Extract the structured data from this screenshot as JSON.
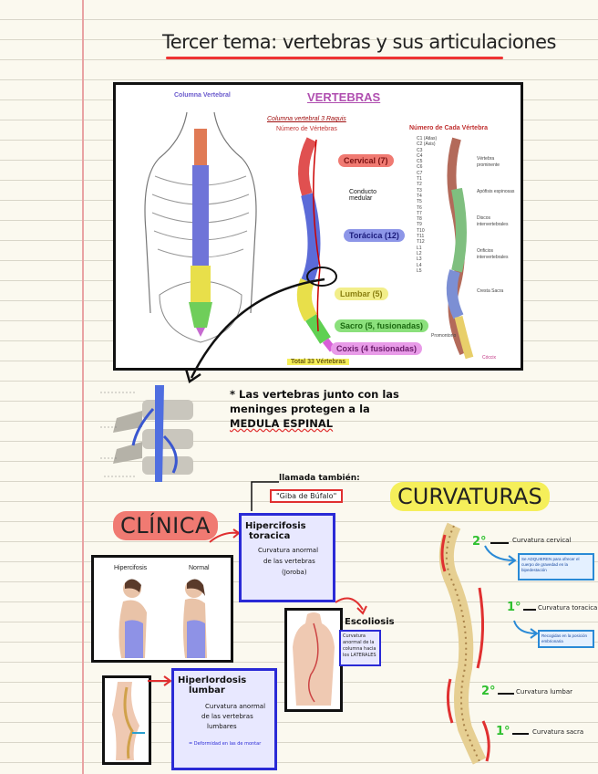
{
  "title": "Tercer tema: vertebras y sus articulaciones",
  "figure": {
    "heading": "VERTEBRAS",
    "left_label": "Columna Vertebral",
    "handwritten_note": "Columna vertebral 3 Raquis",
    "numbers_caption": "Número de Vértebras",
    "right_label": "Número de Cada Vértebra",
    "regions": [
      {
        "label": "Cervical (7)",
        "color": "#e05050"
      },
      {
        "label": "Torácica (12)",
        "color": "#5b6bd8"
      },
      {
        "label": "Lumbar (5)",
        "color": "#e8df4a"
      },
      {
        "label": "Sacro (5, fusionadas)",
        "color": "#5fd052"
      },
      {
        "label": "Coxis (4 fusionadas)",
        "color": "#d85fd8"
      }
    ],
    "total": "Total 33 Vértebras",
    "canal_note": "Conducto medular",
    "right_annotations": [
      "Vértebra prominente",
      "Apófisis espinosas",
      "Discos intervertebrales",
      "Orificios intervertebrales",
      "Cresta Sacra",
      "Promontorio",
      "Cóccix"
    ],
    "vertebra_codes": [
      "C1 (Atlas)",
      "C2 (Axis)",
      "C3",
      "C4",
      "C5",
      "C6",
      "C7",
      "T1",
      "T2",
      "T3",
      "T4",
      "T5",
      "T6",
      "T7",
      "T8",
      "T9",
      "T10",
      "T11",
      "T12",
      "L1",
      "L2",
      "L3",
      "L4",
      "L5"
    ]
  },
  "note": {
    "line1": "* Las vertebras junto con las",
    "line2": "meninges protegen a la",
    "line3": "MEDULA ESPINAL"
  },
  "clinica": {
    "heading": "CLÍNICA",
    "also_called": "llamada también:",
    "nickname": "\"Giba de Búfalo\"",
    "photo_labels": [
      "Hipercifosis",
      "Normal"
    ],
    "hipercifosis": {
      "title1": "Hipercifosis",
      "title2": "toracica",
      "desc1": "Curvatura anormal",
      "desc2": "de las vertebras",
      "desc3": "(Joroba)"
    },
    "escoliosis": {
      "title": "Escoliosis",
      "desc": "Curvatura anormal de la columna hacia los LATERALES"
    },
    "hiperlordosis": {
      "title1": "Hiperlordosis",
      "title2": "lumbar",
      "desc1": "Curvatura anormal",
      "desc2": "de las vertebras",
      "desc3": "lumbares",
      "footnote": "= Deformidad en las de montar"
    }
  },
  "curvaturas": {
    "heading": "CURVATURAS",
    "items": [
      {
        "badge": "2°",
        "label": "Curvatura cervical"
      },
      {
        "badge": "1°",
        "label": "Curvatura toracica"
      },
      {
        "badge": "2°",
        "label": "Curvatura lumbar"
      },
      {
        "badge": "1°",
        "label": "Curvatura sacra"
      }
    ],
    "callouts": [
      "Se ADQUIEREN para ofrecer el cuerpo de gravedad en la bipedestación",
      "Recogidas en la posición embrionaria"
    ]
  },
  "colors": {
    "accent_red": "#e03030",
    "accent_blue": "#2a2ad6",
    "highlight_yellow": "#f5ef5a",
    "highlight_red": "#f07a72",
    "green": "#2fc02f"
  }
}
